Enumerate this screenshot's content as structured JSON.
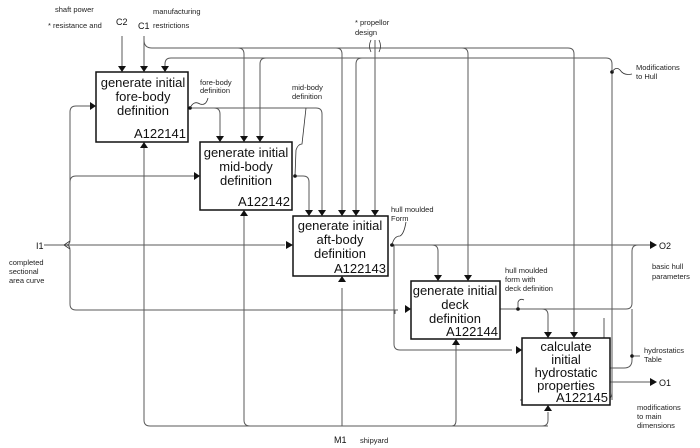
{
  "diagram": {
    "boxes": [
      {
        "title": [
          "generate initial",
          "fore-body",
          "definition"
        ],
        "id": "A122141"
      },
      {
        "title": [
          "generate initial",
          "mid-body",
          "definition"
        ],
        "id": "A122142"
      },
      {
        "title": [
          "generate initial",
          "aft-body",
          "definition"
        ],
        "id": "A122143"
      },
      {
        "title": [
          "generate initial",
          "deck",
          "definition"
        ],
        "id": "A122144"
      },
      {
        "title": [
          "calculate",
          "initial",
          "hydrostatic",
          "properties"
        ],
        "id": "A122145"
      }
    ],
    "controls": {
      "c2": {
        "code": "C2",
        "label_lines": [
          "shaft power",
          "* resistance and"
        ]
      },
      "c1": {
        "code": "C1",
        "label_lines": [
          "manufacturing",
          "restrictions"
        ]
      },
      "propeller": {
        "label_lines": [
          "* propellor",
          "design"
        ]
      }
    },
    "inputs": {
      "i1": {
        "code": "I1",
        "label_lines": [
          "completed",
          "sectional",
          "area curve"
        ]
      }
    },
    "outputs": {
      "o2": {
        "code": "O2",
        "label_lines": [
          "basic hull",
          "parameters"
        ]
      },
      "o1": {
        "code": "O1",
        "label_lines": [
          "modifications",
          "to main",
          "dimensions"
        ]
      }
    },
    "mechanisms": {
      "m1": {
        "code": "M1",
        "label": "shipyard"
      }
    },
    "arrow_labels": {
      "fore_body": [
        "fore-body",
        "definition"
      ],
      "mid_body": [
        "mid-body",
        "definition"
      ],
      "hull_moulded_form": [
        "hull moulded",
        "Form"
      ],
      "hull_deck": [
        "hull moulded",
        "form with",
        "deck definition"
      ],
      "modifications_hull": [
        "Modifications",
        "to Hull"
      ],
      "hydrostatics_table": [
        "hydrostatics",
        "Table"
      ]
    }
  }
}
